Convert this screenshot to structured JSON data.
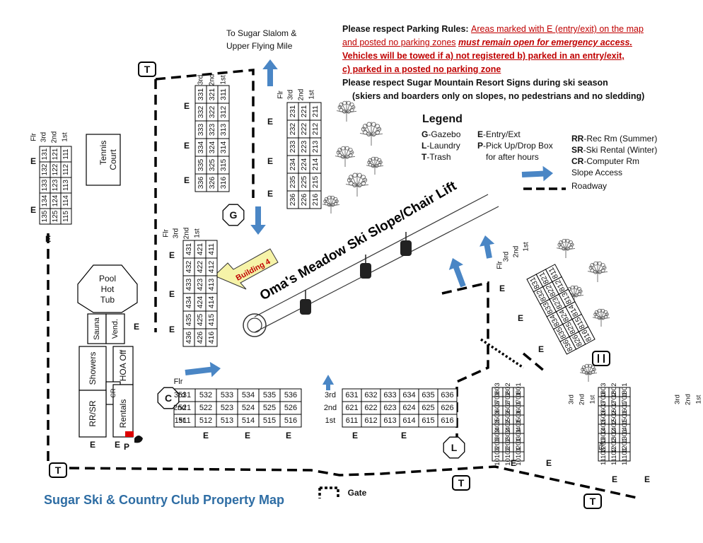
{
  "header": {
    "upper_mile": [
      "To Sugar Slalom &",
      "Upper Flying Mile"
    ],
    "rules_lead": "Please respect Parking Rules:",
    "rules_red_1": "Areas marked with E (entry/exit) on the map",
    "rules_line2_a": "and posted no parking zones",
    "rules_line2_b": "must remain open for emergency access.",
    "rules_line3": "Vehicles will be towed if a) not registered b) parked in an entry/exit,",
    "rules_line4": "c) parked in a posted no parking zone",
    "signs_line1": "Please respect Sugar Mountain Resort Signs during ski season",
    "signs_line2": "(skiers and boarders only on slopes, no pedestrians and no sledding)"
  },
  "legend": {
    "title": "Legend",
    "col1": [
      {
        "key": "G",
        "text": "-Gazebo"
      },
      {
        "key": "L",
        "text": "-Laundry"
      },
      {
        "key": "T",
        "text": "-Trash"
      }
    ],
    "col2": [
      {
        "key": "E",
        "text": "-Entry/Ext"
      },
      {
        "key": "P",
        "text": "-Pick Up/Drop Box"
      },
      {
        "key": "",
        "text": "for after hours"
      }
    ],
    "col3": [
      {
        "key": "RR",
        "text": "-Rec Rm (Summer)"
      },
      {
        "key": "SR",
        "text": "-Ski Rental (Winter)"
      },
      {
        "key": "CR",
        "text": "-Computer Rm"
      }
    ],
    "slope_access": "Slope Access",
    "roadway": "Roadway"
  },
  "labels": {
    "entry": "E",
    "trash": "T",
    "gazebo": "G",
    "laundry": "L",
    "pickup": "P",
    "cr_short": "C",
    "gate": "Gate",
    "tennis": [
      "Tennis",
      "Court"
    ],
    "pool": [
      "Pool",
      "Hot",
      "Tub"
    ],
    "sauna": "Sauna",
    "vend": "Vend.",
    "showers": "Showers",
    "hoa": "HOA Off",
    "cr": "CR",
    "rrsr": "RR/SR",
    "rentals": "Rentals",
    "slope": "Oma's Meadow Ski Slope/Chair Lift",
    "building4": "Building 4",
    "flr": "Flr",
    "floors": [
      "3rd",
      "2nd",
      "1st"
    ],
    "map_title": "Sugar Ski & Country Club Property Map"
  },
  "buildings": {
    "b1": [
      [
        "131",
        "121",
        "111"
      ],
      [
        "132",
        "122",
        "112"
      ],
      [
        "133",
        "123",
        "113"
      ],
      [
        "134",
        "124",
        "114"
      ],
      [
        "135",
        "125",
        "115"
      ]
    ],
    "b3": [
      [
        "331",
        "321",
        "311"
      ],
      [
        "332",
        "322",
        "312"
      ],
      [
        "333",
        "323",
        "313"
      ],
      [
        "334",
        "324",
        "314"
      ],
      [
        "335",
        "325",
        "315"
      ],
      [
        "336",
        "326",
        "316"
      ]
    ],
    "b2": [
      [
        "231",
        "221",
        "211"
      ],
      [
        "232",
        "222",
        "212"
      ],
      [
        "233",
        "223",
        "213"
      ],
      [
        "234",
        "224",
        "214"
      ],
      [
        "235",
        "225",
        "215"
      ],
      [
        "236",
        "226",
        "216"
      ]
    ],
    "b4": [
      [
        "431",
        "421",
        "411"
      ],
      [
        "432",
        "422",
        "412"
      ],
      [
        "433",
        "423",
        "413"
      ],
      [
        "434",
        "424",
        "414"
      ],
      [
        "435",
        "425",
        "415"
      ],
      [
        "436",
        "426",
        "416"
      ]
    ],
    "b5": [
      [
        "531",
        "532",
        "533",
        "534",
        "535",
        "536"
      ],
      [
        "521",
        "522",
        "523",
        "524",
        "525",
        "526"
      ],
      [
        "511",
        "512",
        "513",
        "514",
        "515",
        "516"
      ]
    ],
    "b6": [
      [
        "631",
        "632",
        "633",
        "634",
        "635",
        "636"
      ],
      [
        "621",
        "622",
        "623",
        "624",
        "625",
        "626"
      ],
      [
        "611",
        "612",
        "613",
        "614",
        "615",
        "616"
      ]
    ],
    "b8": [
      [
        "831",
        "821",
        "811"
      ],
      [
        "832",
        "822",
        "812"
      ],
      [
        "833",
        "823",
        "813"
      ],
      [
        "834",
        "824",
        "814"
      ],
      [
        "835",
        "825",
        "815"
      ],
      [
        "836",
        "826",
        "816"
      ]
    ],
    "b10": [
      [
        "10803",
        "10802",
        "10801"
      ],
      [
        "10703",
        "10702",
        "10701"
      ],
      [
        "10603",
        "10602",
        "10601"
      ],
      [
        "10503",
        "10502",
        "10501"
      ],
      [
        "10403",
        "10402",
        "10401"
      ],
      [
        "10303",
        "10302",
        "10301"
      ],
      [
        "10203",
        "10202",
        "10201"
      ],
      [
        "10103",
        "10102",
        "10101"
      ]
    ],
    "b11": [
      [
        "11803",
        "11802",
        "11801"
      ],
      [
        "11703",
        "11702",
        "11701"
      ],
      [
        "11603",
        "11602",
        "11601"
      ],
      [
        "11503",
        "11502",
        "11501"
      ],
      [
        "11403",
        "11402",
        "11401"
      ],
      [
        "11303",
        "11302",
        "11301"
      ],
      [
        "11203",
        "11202",
        "11201"
      ],
      [
        "11103",
        "11102",
        "11101"
      ]
    ]
  },
  "colors": {
    "arrow_blue": "#4a86c5",
    "rules_red": "#c00000",
    "title_blue": "#2e6da4",
    "building4_fill": "#f6f3a8",
    "building4_text": "#c00000"
  }
}
